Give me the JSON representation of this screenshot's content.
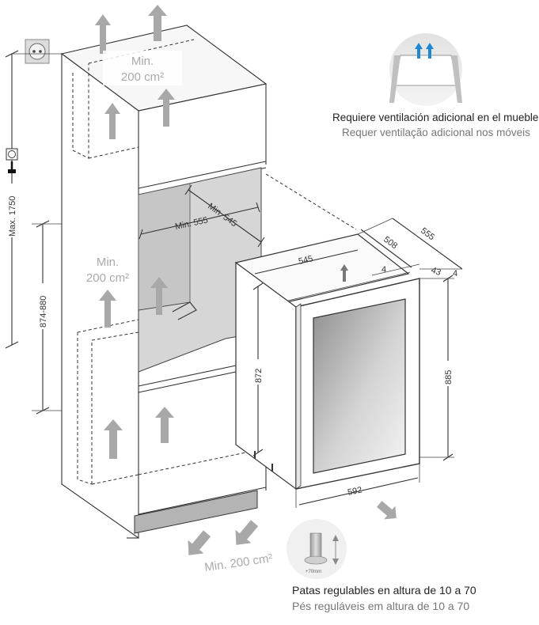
{
  "ventilation": {
    "area_top": "Min. 200 cm²",
    "area_middle": "Min. 200 cm²",
    "area_bottom": "Min. 200 cm²",
    "note_es": "Requiere ventilación adicional en el mueble",
    "note_pt": "Requer ventilação adicional nos móveis"
  },
  "niche": {
    "max_height": "Max. 1750",
    "niche_height": "874-880",
    "min_width": "Min. 555",
    "min_depth": "Min. 545"
  },
  "appliance": {
    "top_width": "545",
    "depth_body": "508",
    "depth_total": "555",
    "gap_top": "4",
    "gap_side": "4",
    "door_depth": "43",
    "body_height": "872",
    "total_height": "885",
    "width": "592"
  },
  "feet": {
    "icon_label": "+70mm",
    "note_es": "Patas regulables en altura de 10 a 70",
    "note_pt": "Pés reguláveis em altura de 10 a 70"
  },
  "colors": {
    "arrow_grey": "#a8a8a8",
    "arrow_blue": "#1e88d2",
    "line": "#333333",
    "glass_dark": "#9a9a9a",
    "glass_light": "#ececec"
  }
}
